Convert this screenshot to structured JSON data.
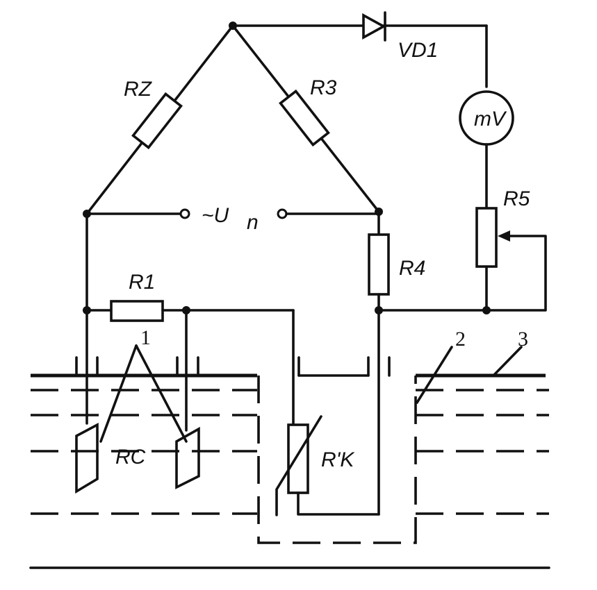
{
  "labels": {
    "r1": "R1",
    "r2": "RZ",
    "r3": "R3",
    "r4": "R4",
    "r5": "R5",
    "vd1": "VD1",
    "meter": "mV",
    "supply_tilde": "~U",
    "supply_sub": "n",
    "rc": "RC",
    "rk": "R'K",
    "ref1": "1",
    "ref2": "2",
    "ref3": "3"
  }
}
